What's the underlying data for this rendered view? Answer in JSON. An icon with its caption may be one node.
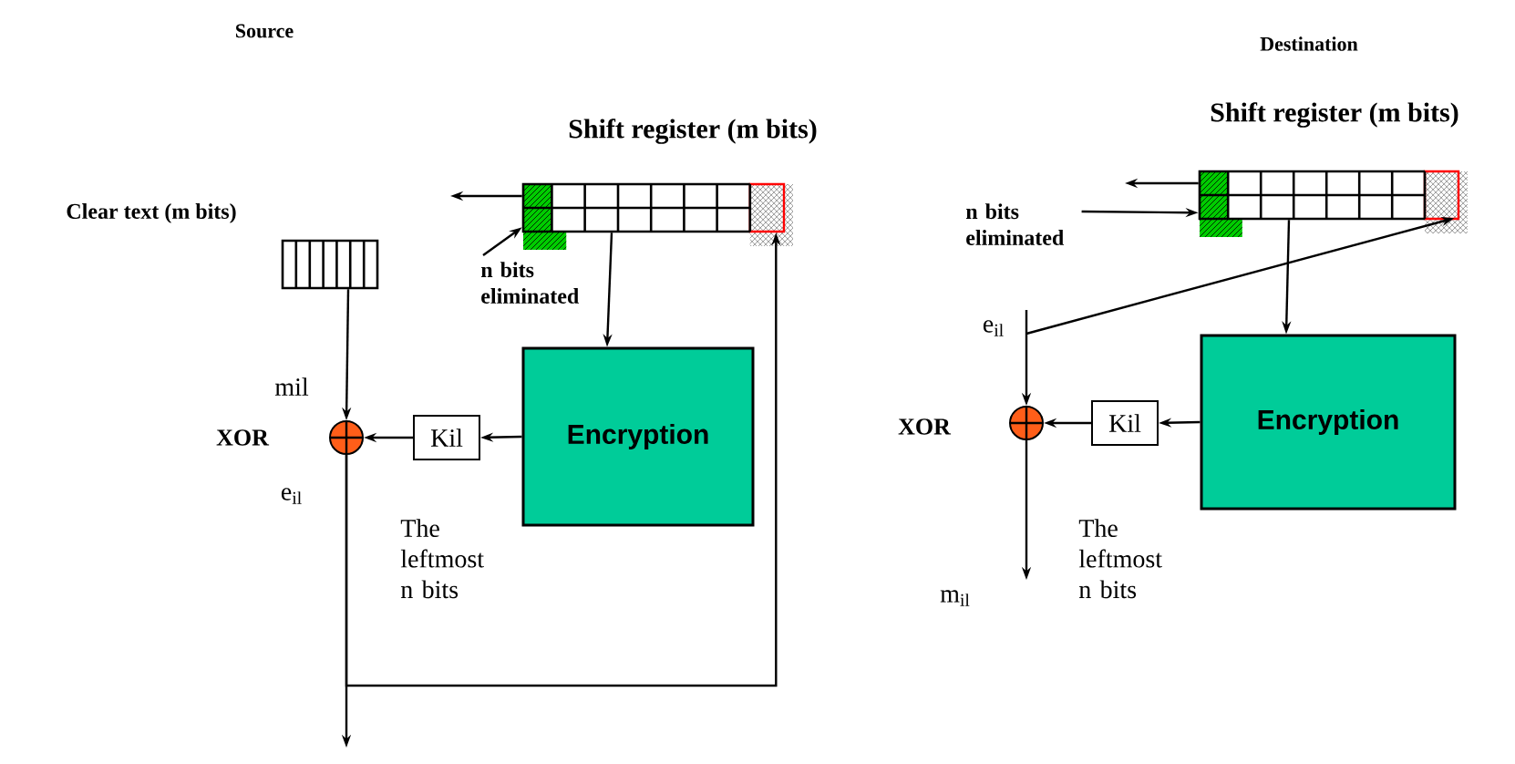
{
  "diagram": {
    "nodes": [
      {
        "text": [
          "Shift register (m bits)"
        ]
      },
      {
        "text": [
          "Clear text (m bits)"
        ]
      },
      {
        "text": [
          "n bits eliminated"
        ]
      },
      {
        "text": [],
        "shape": "circle",
        "beside": [
          "XOR"
        ]
      },
      {
        "text": [
          "Kil"
        ]
      },
      {
        "text": [
          "Encryption"
        ]
      },
      {
        "text": [
          "Shift register (m bits)"
        ]
      },
      {
        "text": [
          "n bits eliminated"
        ]
      },
      {
        "text": [],
        "shape": "circle",
        "beside": [
          "XOR"
        ]
      },
      {
        "text": [
          "Kil"
        ]
      },
      {
        "text": [
          "Encryption"
        ]
      }
    ],
    "edges": [
      {
        "from": 0,
        "to": null,
        "arrow": "to"
      },
      {
        "from": 2,
        "to": 0,
        "arrow": "to"
      },
      {
        "from": 0,
        "to": 5,
        "arrow": "to"
      },
      {
        "from": 5,
        "to": 4,
        "arrow": "to"
      },
      {
        "from": 4,
        "to": 3,
        "arrow": "to"
      },
      {
        "from": 1,
        "to": 3,
        "arrow": "to",
        "label": "mil"
      },
      {
        "from": 3,
        "to": null,
        "arrow": "to",
        "label": "e$_{il}$"
      },
      {
        "from": 3,
        "to": 0,
        "arrow": "to"
      },
      {
        "from": 6,
        "to": null,
        "arrow": "to"
      },
      {
        "from": 7,
        "to": 6,
        "arrow": "to"
      },
      {
        "from": 6,
        "to": 10,
        "arrow": "to"
      },
      {
        "from": 10,
        "to": 9,
        "arrow": "to"
      },
      {
        "from": 9,
        "to": 8,
        "arrow": "to"
      },
      {
        "from": null,
        "to": 8,
        "arrow": "to",
        "label": "e$_{il}$"
      },
      {
        "from": null,
        "to": 6,
        "arrow": "to"
      },
      {
        "from": 8,
        "to": null,
        "arrow": "to",
        "label": "m$_{il}$"
      }
    ],
    "labels": [
      "Source",
      "Destination",
      "The leftmost n bits",
      "The leftmost n bits"
    ]
  }
}
